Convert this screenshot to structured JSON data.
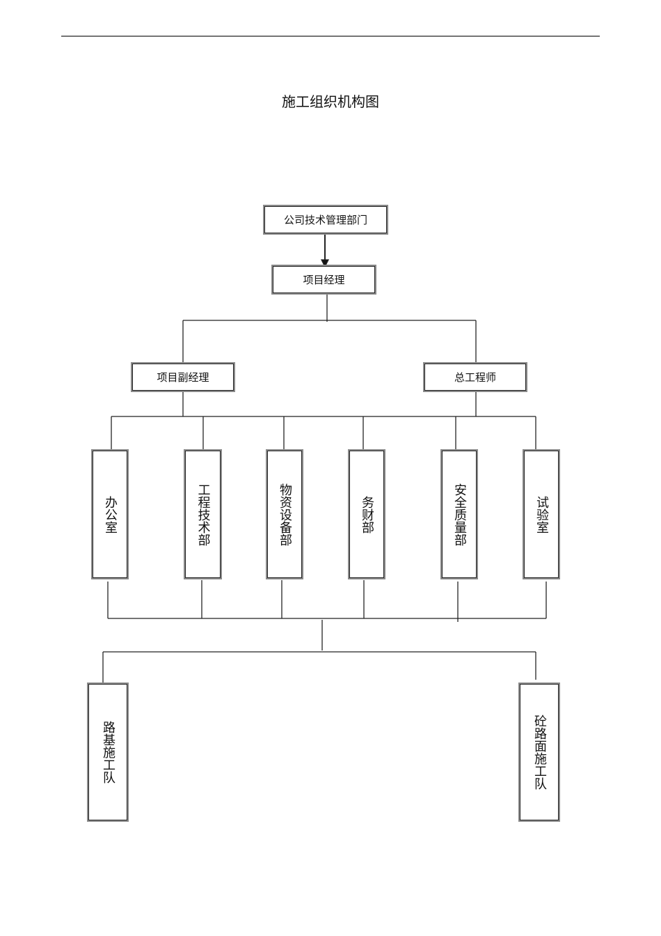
{
  "title": "施工组织机构图",
  "nodes": {
    "company": "公司技术管理部门",
    "pm": "项目经理",
    "deputy": "项目副经理",
    "chief": "总工程师",
    "depts": [
      "办公室",
      "工程技术部",
      "物资设备部",
      "务财部",
      "安全质量部",
      "试验室"
    ],
    "teams": [
      "路基施工队",
      "砼路面施工队"
    ]
  }
}
